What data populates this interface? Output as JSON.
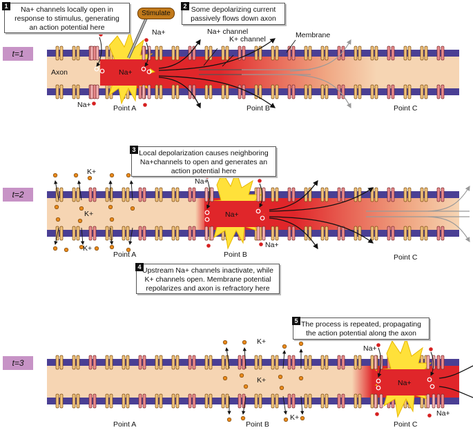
{
  "steps": [
    {
      "num": "1",
      "lines": [
        "Na+ channels locally open in",
        "response to stimulus, generating",
        "an action potential here"
      ]
    },
    {
      "num": "2",
      "lines": [
        "Some depolarizing current",
        "passively flows down axon"
      ]
    },
    {
      "num": "3",
      "lines": [
        "Local depolarization causes neighboring",
        "Na+channels to open and generates an",
        "action potential here"
      ]
    },
    {
      "num": "4",
      "lines": [
        "Upstream Na+ channels inactivate, while",
        "K+ channels open. Membrane potential",
        "repolarizes and axon is refractory here"
      ]
    },
    {
      "num": "5",
      "lines": [
        "The process is repeated, propagating",
        "the action potential along the axon"
      ]
    }
  ],
  "stimulate_label": "Stimulate",
  "time_labels": [
    "t=1",
    "t=2",
    "t=3"
  ],
  "labels": {
    "axon": "Axon",
    "na_channel": "Na+ channel",
    "k_channel": "K+ channel",
    "membrane": "Membrane",
    "na": "Na+",
    "k": "K+",
    "point_a": "Point A",
    "point_b": "Point B",
    "point_c": "Point C"
  },
  "colors": {
    "membrane_purple": "#4a3f94",
    "axon_beige": "#f6d5b3",
    "action_red": "#e0262a",
    "channel_yellow": "#f1c27a",
    "channel_pink": "#e98a8c",
    "burst_yellow": "#ffe13a",
    "sodium_dot": "#d62020",
    "potassium_dot": "#e8891c",
    "time_tag": "#c793c6"
  }
}
